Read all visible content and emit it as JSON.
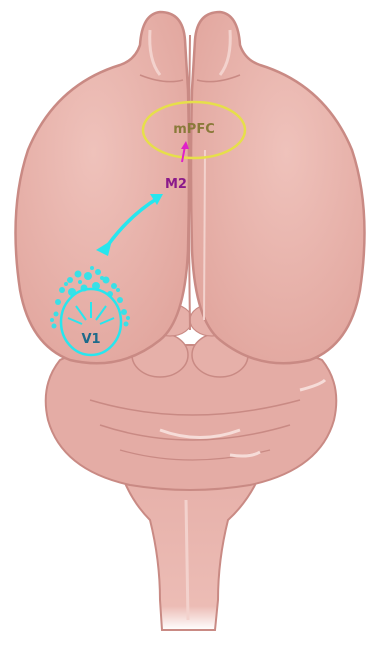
{
  "labels": {
    "mpfc": "mPFC",
    "m2": "M2",
    "v1": "V1"
  },
  "colors": {
    "brain_fill": "#e8b2ab",
    "brain_light": "#f1c9c3",
    "brain_outline": "#c98a84",
    "cerebellum_fill": "#e3aaa3",
    "stem_fill": "#e6b0a9",
    "mpfc_ellipse": "#e6df4a",
    "mpfc_text": "#8a7a3a",
    "m2_arrow": "#e020c8",
    "m2_text": "#8a1a8a",
    "v1_color": "#27e6ee",
    "v1_text": "#1e6a8a"
  }
}
